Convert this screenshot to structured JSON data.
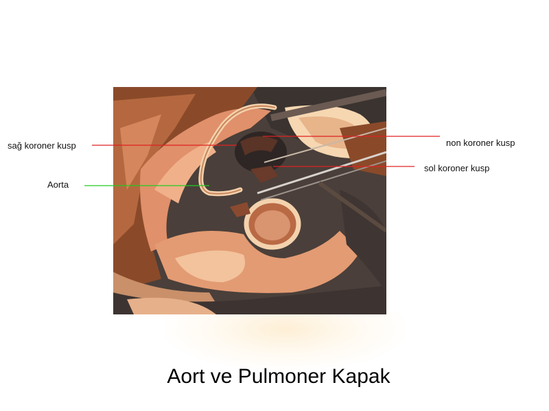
{
  "slide": {
    "title": "Aort ve Pulmoner Kapak"
  },
  "labels": {
    "sag_koroner_kusp": "sağ koroner kusp",
    "aorta": "Aorta",
    "non_koroner_kusp": "non koroner kusp",
    "sol_koroner_kusp": "sol koroner kusp"
  },
  "colors": {
    "leader_red": "#e02020",
    "leader_green": "#22cc22",
    "tissue_dark": "#3f3a38",
    "tissue_brown": "#8a4a2a",
    "tissue_salmon": "#e0906a",
    "tissue_cream": "#f6d7b2"
  },
  "image": {
    "subject": "heart-specimen-photo"
  }
}
